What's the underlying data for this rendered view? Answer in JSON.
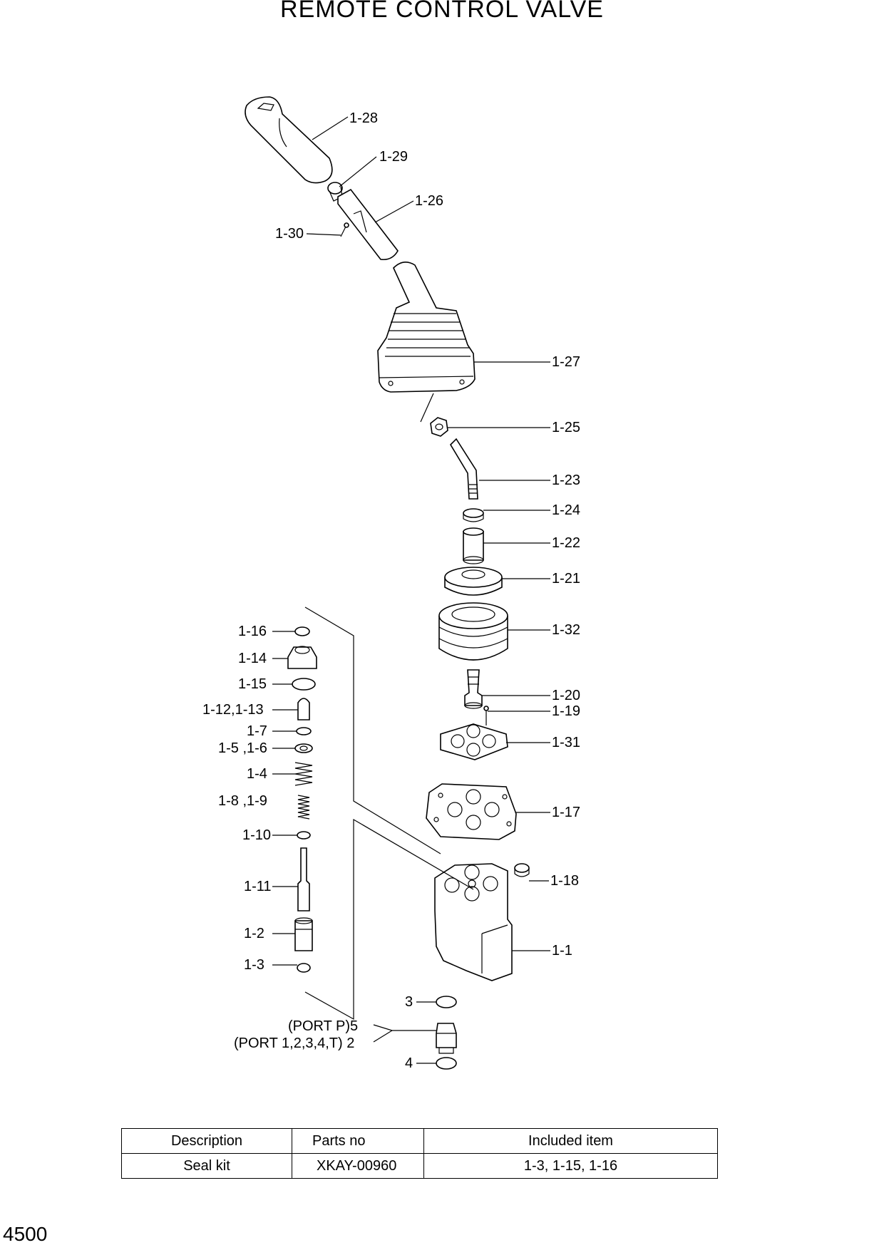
{
  "title": "REMOTE CONTROL VALVE",
  "page_number": "4500",
  "callouts": [
    {
      "id": "1-28",
      "label": "1-28"
    },
    {
      "id": "1-29",
      "label": "1-29"
    },
    {
      "id": "1-26",
      "label": "1-26"
    },
    {
      "id": "1-30",
      "label": "1-30"
    },
    {
      "id": "1-27",
      "label": "1-27"
    },
    {
      "id": "1-25",
      "label": "1-25"
    },
    {
      "id": "1-23",
      "label": "1-23"
    },
    {
      "id": "1-24",
      "label": "1-24"
    },
    {
      "id": "1-22",
      "label": "1-22"
    },
    {
      "id": "1-21",
      "label": "1-21"
    },
    {
      "id": "1-32",
      "label": "1-32"
    },
    {
      "id": "1-20",
      "label": "1-20"
    },
    {
      "id": "1-19",
      "label": "1-19"
    },
    {
      "id": "1-31",
      "label": "1-31"
    },
    {
      "id": "1-17",
      "label": "1-17"
    },
    {
      "id": "1-18",
      "label": "1-18"
    },
    {
      "id": "1-1",
      "label": "1-1"
    },
    {
      "id": "1-16",
      "label": "1-16"
    },
    {
      "id": "1-14",
      "label": "1-14"
    },
    {
      "id": "1-15",
      "label": "1-15"
    },
    {
      "id": "1-12-13",
      "label": "1-12,1-13"
    },
    {
      "id": "1-7",
      "label": "1-7"
    },
    {
      "id": "1-5-6",
      "label": "1-5 ,1-6"
    },
    {
      "id": "1-4",
      "label": "1-4"
    },
    {
      "id": "1-8-9",
      "label": "1-8 ,1-9"
    },
    {
      "id": "1-10",
      "label": "1-10"
    },
    {
      "id": "1-11",
      "label": "1-11"
    },
    {
      "id": "1-2",
      "label": "1-2"
    },
    {
      "id": "1-3",
      "label": "1-3"
    },
    {
      "id": "3",
      "label": "3"
    },
    {
      "id": "port-p",
      "label": "(PORT P)5"
    },
    {
      "id": "port-1234t",
      "label": "(PORT 1,2,3,4,T) 2"
    },
    {
      "id": "4",
      "label": "4"
    }
  ],
  "table": {
    "headers": [
      "Description",
      "Parts no",
      "Included item"
    ],
    "rows": [
      [
        "Seal kit",
        "XKAY-00960",
        "1-3, 1-15, 1-16"
      ]
    ]
  }
}
